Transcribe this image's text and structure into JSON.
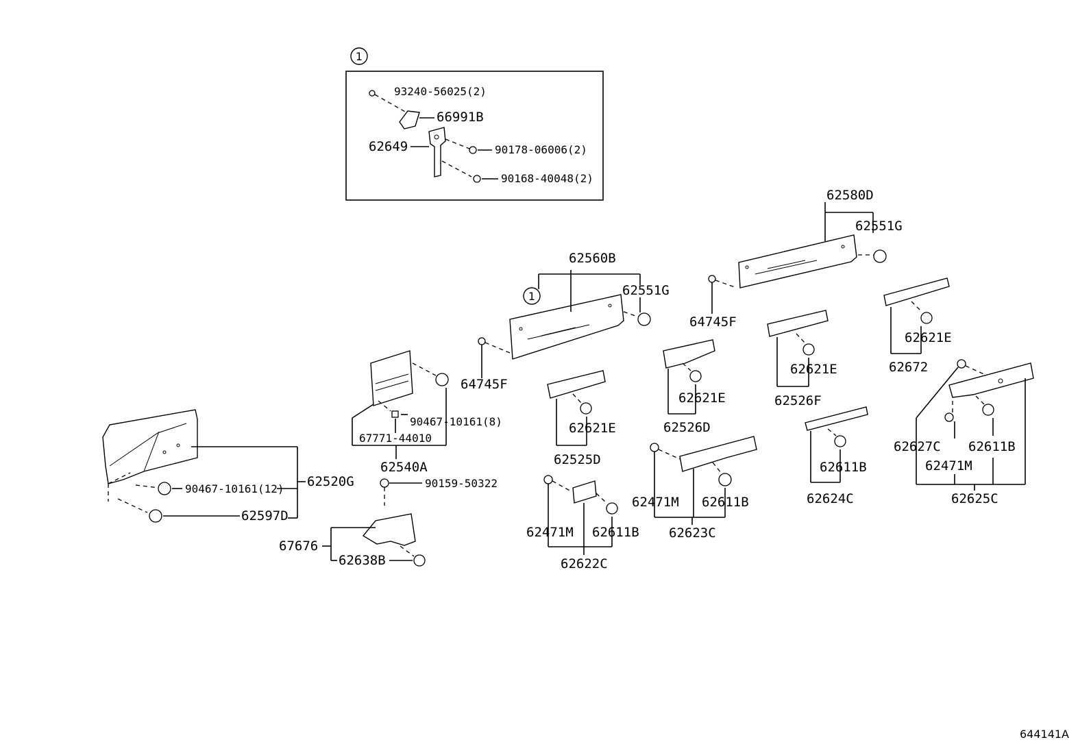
{
  "diagram_id": "644141A",
  "callout_marker": "1",
  "inset_box": {
    "marker": "1",
    "labels": {
      "p93240": "93240-56025(2)",
      "p66991B": "66991B",
      "p62649": "62649",
      "p90178": "90178-06006(2)",
      "p90168": "90168-40048(2)"
    }
  },
  "labels": {
    "p62580D": "62580D",
    "p62551G_a": "62551G",
    "p62560B": "62560B",
    "p62551G_b": "62551G",
    "p64745F_a": "64745F",
    "p64745F_b": "64745F",
    "p62621E_a": "62621E",
    "p62621E_b": "62621E",
    "p62621E_c": "62621E",
    "p62621E_d": "62621E",
    "p62672": "62672",
    "p62526F": "62526F",
    "p62526D": "62526D",
    "p62525D": "62525D",
    "p90467_8": "90467-10161(8)",
    "p67771": "67771-44010",
    "p62540A": "62540A",
    "p90159": "90159-50322",
    "p90467_12": "90467-10161(12)",
    "p62520G": "62520G",
    "p62597D": "62597D",
    "p67676": "67676",
    "p62638B": "62638B",
    "p62471M_a": "62471M",
    "p62611B_a": "62611B",
    "p62622C": "62622C",
    "p62471M_b": "62471M",
    "p62611B_b": "62611B",
    "p62623C": "62623C",
    "p62611B_c": "62611B",
    "p62624C": "62624C",
    "p62627C": "62627C",
    "p62611B_d": "62611B",
    "p62471M_c": "62471M",
    "p62625C": "62625C"
  }
}
